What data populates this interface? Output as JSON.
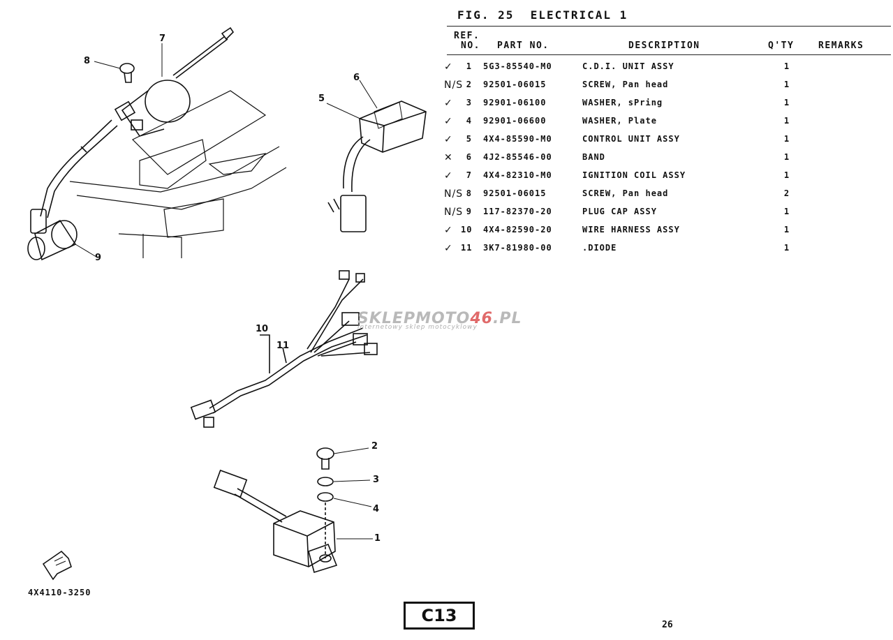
{
  "figure": {
    "label": "FIG. 25",
    "title": "ELECTRICAL 1"
  },
  "table": {
    "headers": {
      "ref": "REF.",
      "no": "NO.",
      "part_no": "PART NO.",
      "description": "DESCRIPTION",
      "qty": "Q'TY",
      "remarks": "REMARKS"
    },
    "rows": [
      {
        "mark": "✓",
        "ref": "1",
        "part_no": "5G3-85540-M0",
        "description": "C.D.I. UNIT ASSY",
        "qty": "1",
        "remarks": ""
      },
      {
        "mark": "N/S",
        "ref": "2",
        "part_no": "92501-06015",
        "description": "SCREW, Pan head",
        "qty": "1",
        "remarks": ""
      },
      {
        "mark": "✓",
        "ref": "3",
        "part_no": "92901-06100",
        "description": "WASHER, sPring",
        "qty": "1",
        "remarks": ""
      },
      {
        "mark": "✓",
        "ref": "4",
        "part_no": "92901-06600",
        "description": "WASHER, Plate",
        "qty": "1",
        "remarks": ""
      },
      {
        "mark": "✓",
        "ref": "5",
        "part_no": "4X4-85590-M0",
        "description": "CONTROL UNIT ASSY",
        "qty": "1",
        "remarks": ""
      },
      {
        "mark": "✕",
        "ref": "6",
        "part_no": "4J2-85546-00",
        "description": "BAND",
        "qty": "1",
        "remarks": ""
      },
      {
        "mark": "✓",
        "ref": "7",
        "part_no": "4X4-82310-M0",
        "description": "IGNITION COIL ASSY",
        "qty": "1",
        "remarks": ""
      },
      {
        "mark": "N/S",
        "ref": "8",
        "part_no": "92501-06015",
        "description": "SCREW, Pan head",
        "qty": "2",
        "remarks": ""
      },
      {
        "mark": "N/S",
        "ref": "9",
        "part_no": "117-82370-20",
        "description": "PLUG CAP ASSY",
        "qty": "1",
        "remarks": ""
      },
      {
        "mark": "✓",
        "ref": "10",
        "part_no": "4X4-82590-20",
        "description": "WIRE HARNESS ASSY",
        "qty": "1",
        "remarks": ""
      },
      {
        "mark": "✓",
        "ref": "11",
        "part_no": "3K7-81980-00",
        "description": ".DIODE",
        "qty": "1",
        "remarks": ""
      }
    ]
  },
  "callouts": [
    "1",
    "2",
    "3",
    "4",
    "5",
    "6",
    "7",
    "8",
    "9",
    "10",
    "11"
  ],
  "drawing_code": "4X4110-3250",
  "page_box": "C13",
  "page_number": "26",
  "watermark": {
    "brand_a": "SKLEPMOTO",
    "brand_b": "46",
    "brand_c": ".PL",
    "tagline": "internetowy sklep motocyklowy"
  },
  "icons": {
    "forward_arrow": "fwd-arrow-icon"
  }
}
